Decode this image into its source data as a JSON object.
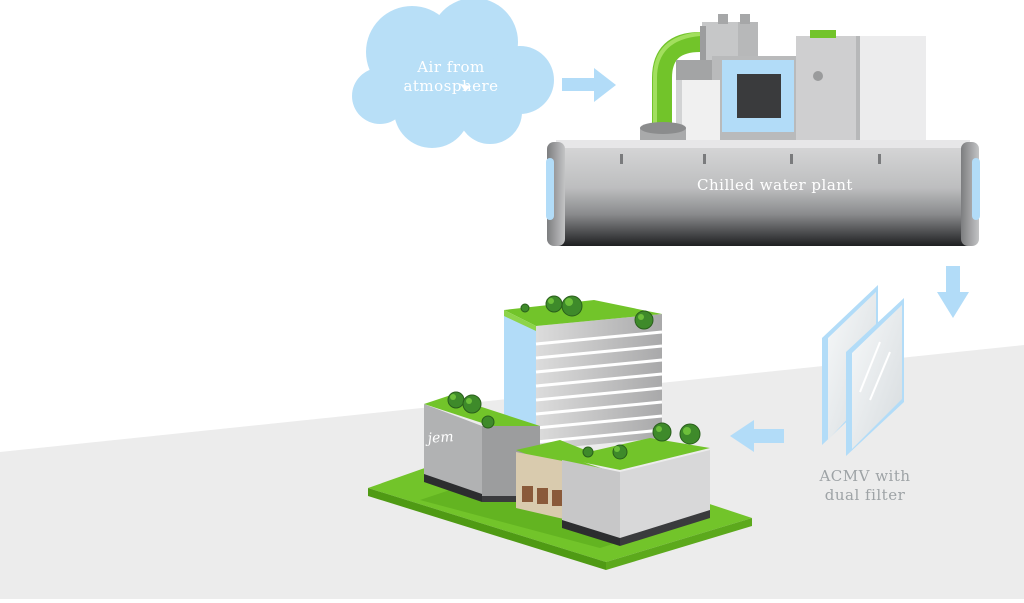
{
  "diagram": {
    "source": {
      "label_line1": "Air from",
      "label_line2": "atmosphere"
    },
    "plant": {
      "label": "Chilled water plant"
    },
    "filter": {
      "label_line1": "ACMV with",
      "label_line2": "dual filter"
    },
    "building": {
      "signage": "jem"
    }
  },
  "colors": {
    "cloud": "#b8dff7",
    "arrow": "#b2dcf8",
    "accent_green": "#72c42a",
    "metal_gray": "#c8c9ca",
    "floor": "#ececec",
    "label_gray": "#9ea3a6"
  },
  "icons": [
    "cloud-icon",
    "arrow-right-icon",
    "arrow-down-icon",
    "arrow-left-icon",
    "chiller-icon",
    "filter-icon",
    "building-icon"
  ]
}
